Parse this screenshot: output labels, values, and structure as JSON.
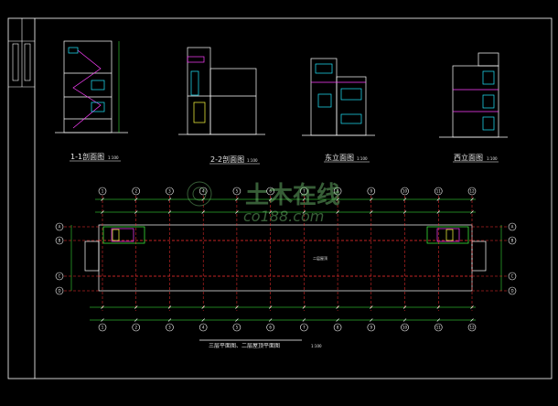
{
  "titles": {
    "section_1": "1-1剖面图",
    "section_2": "2-2剖面图",
    "east": "东立面图",
    "west": "西立面图",
    "plan": "三层平面图、二层屋顶平面图"
  },
  "scales": {
    "section_1": "1:100",
    "section_2": "1:100",
    "east": "1:100",
    "west": "1:100",
    "plan": "1:100"
  },
  "axes": {
    "top": [
      "1",
      "2",
      "3",
      "4",
      "5",
      "6",
      "7",
      "8",
      "9",
      "10",
      "11",
      "12"
    ],
    "left": [
      "A",
      "B",
      "C",
      "D"
    ],
    "right": [
      "A",
      "B",
      "C",
      "D"
    ]
  },
  "room_label": "二层屋顶",
  "watermark": {
    "brand": "土木在线",
    "url": "co188.com"
  },
  "colors": {
    "background": "#000000",
    "frame": "#ffffff",
    "lines": "#ffffff",
    "axis": "#ff3030",
    "dim": "#40ff40",
    "cyan": "#20e8ff",
    "yellow": "#ffff40",
    "magenta": "#ff40ff"
  }
}
